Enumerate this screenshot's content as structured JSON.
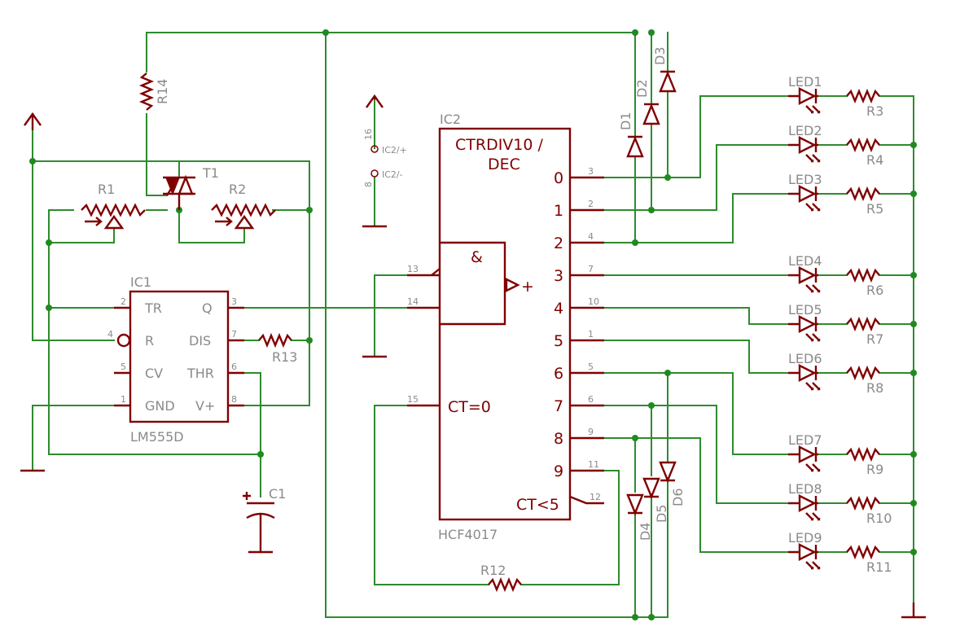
{
  "ic1": {
    "name": "IC1",
    "value": "LM555D",
    "pins": {
      "tr": "TR",
      "r": "R",
      "cv": "CV",
      "gnd": "GND",
      "q": "Q",
      "dis": "DIS",
      "thr": "THR",
      "vp": "V+"
    },
    "pinnums": {
      "tr": "2",
      "r": "4",
      "cv": "5",
      "gnd": "1",
      "q": "3",
      "dis": "7",
      "thr": "6",
      "vp": "8"
    }
  },
  "ic2": {
    "name": "IC2",
    "value": "HCF4017",
    "title1": "CTRDIV10 /",
    "title2": "DEC",
    "and": "&",
    "plus": "+",
    "ct0": "CT=0",
    "ct5": "CT<5",
    "outputs": [
      "0",
      "1",
      "2",
      "3",
      "4",
      "5",
      "6",
      "7",
      "8",
      "9"
    ],
    "outpins": [
      "3",
      "2",
      "4",
      "7",
      "10",
      "1",
      "5",
      "6",
      "9",
      "11"
    ],
    "inpins": {
      "a": "13",
      "b": "14",
      "rst": "15",
      "co": "12"
    }
  },
  "power": {
    "vdd_pin": "16",
    "vdd": "IC2/+",
    "vss_pin": "8",
    "vss": "IC2/-"
  },
  "parts": {
    "r1": "R1",
    "r2": "R2",
    "r12": "R12",
    "r13": "R13",
    "r14": "R14",
    "t1": "T1",
    "c1": "C1",
    "d1": "D1",
    "d2": "D2",
    "d3": "D3",
    "d4": "D4",
    "d5": "D5",
    "d6": "D6"
  },
  "leds": [
    "LED1",
    "LED2",
    "LED3",
    "LED4",
    "LED5",
    "LED6",
    "LED7",
    "LED8",
    "LED9"
  ],
  "led_resistors": [
    "R3",
    "R4",
    "R5",
    "R6",
    "R7",
    "R8",
    "R9",
    "R10",
    "R11"
  ],
  "colors": {
    "wire": "#2e8b2e",
    "component": "#800000",
    "label": "#8a8a8a",
    "junction": "#1f8a1f"
  }
}
